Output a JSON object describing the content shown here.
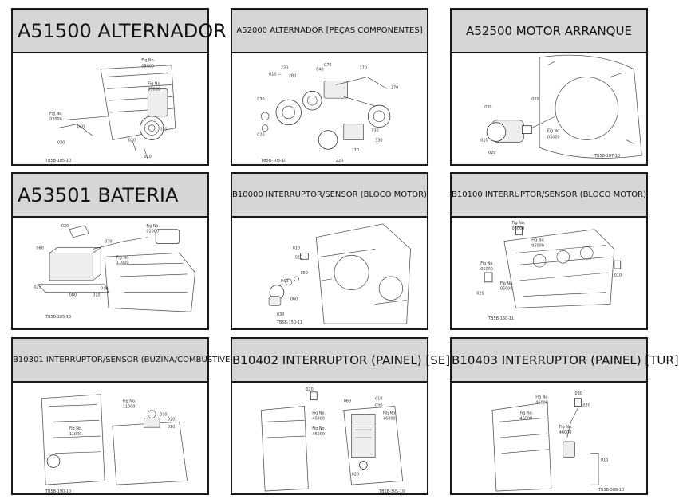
{
  "catalog": {
    "cards": [
      {
        "code": "A51500",
        "title": "A51500 ALTERNADOR"
      },
      {
        "code": "A52000",
        "title": "A52000 ALTERNADOR [PEÇAS COMPONENTES]"
      },
      {
        "code": "A52500",
        "title": "A52500 MOTOR ARRANQUE"
      },
      {
        "code": "A53501",
        "title": "A53501 BATERIA"
      },
      {
        "code": "B10000",
        "title": "B10000 INTERRUPTOR/SENSOR (BLOCO MOTOR)"
      },
      {
        "code": "B10100",
        "title": "B10100 INTERRUPTOR/SENSOR (BLOCO MOTOR)"
      },
      {
        "code": "B10301",
        "title": "B10301 INTERRUPTOR/SENSOR (BUZINA/COMBUSTIVEL)"
      },
      {
        "code": "B10402",
        "title": "B10402 INTERRUPTOR (PAINEL) [SE]"
      },
      {
        "code": "B10403",
        "title": "B10403 INTERRUPTOR (PAINEL) [TUR]"
      }
    ]
  }
}
